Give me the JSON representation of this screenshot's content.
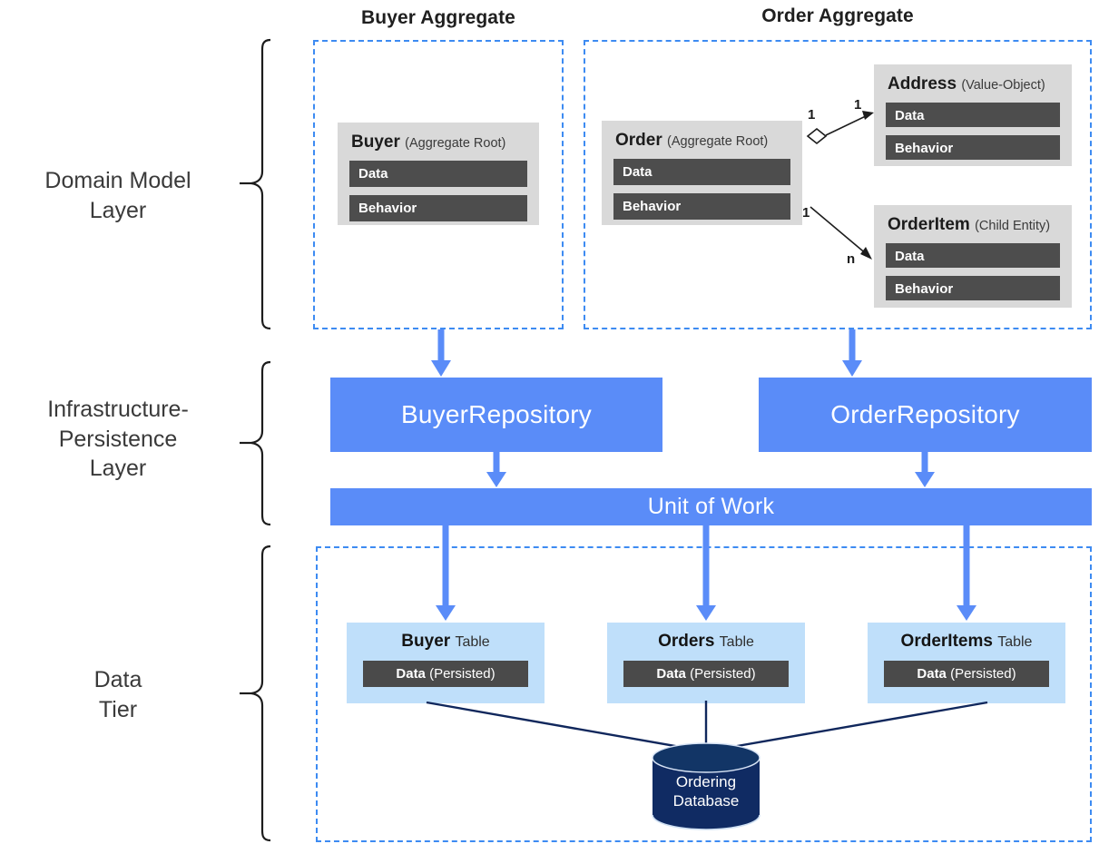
{
  "diagram": {
    "title_buyer_aggregate": "Buyer Aggregate",
    "title_order_aggregate": "Order Aggregate",
    "colors": {
      "accent_blue": "#5a8cf8",
      "dashed_blue": "#3d8bf2",
      "table_blue": "#bfdffa",
      "entity_grey": "#d9d9d9",
      "bar_dark": "#4d4d4d",
      "db_navy": "#102b63",
      "arrow_blue": "#5a8cf8",
      "line_navy": "#10275c"
    }
  },
  "layers": [
    {
      "id": "domain",
      "label": "Domain Model\nLayer",
      "line1": "Domain Model",
      "line2": "Layer"
    },
    {
      "id": "infrastructure",
      "label": "Infrastructure-Persistence Layer",
      "line1": "Infrastructure-",
      "line2": "Persistence",
      "line3": "Layer"
    },
    {
      "id": "data",
      "label": "Data Tier",
      "line1": "Data",
      "line2": "Tier"
    }
  ],
  "domain_layer": {
    "buyer_aggregate": {
      "title": "Buyer Aggregate",
      "entities": [
        {
          "name": "Buyer",
          "stereotype": "(Aggregate Root)",
          "members": [
            "Data",
            "Behavior"
          ]
        }
      ]
    },
    "order_aggregate": {
      "title": "Order Aggregate",
      "entities": [
        {
          "name": "Order",
          "stereotype": "(Aggregate Root)",
          "members": [
            "Data",
            "Behavior"
          ]
        },
        {
          "name": "Address",
          "stereotype": "(Value-Object)",
          "members": [
            "Data",
            "Behavior"
          ]
        },
        {
          "name": "OrderItem",
          "stereotype": "(Child Entity)",
          "members": [
            "Data",
            "Behavior"
          ]
        }
      ],
      "relations": [
        {
          "from": "Order",
          "to": "Address",
          "source_mult": "1",
          "target_mult": "1"
        },
        {
          "from": "Order",
          "to": "OrderItem",
          "source_mult": "1",
          "target_mult": "n"
        }
      ]
    }
  },
  "infrastructure_layer": {
    "repositories": [
      {
        "label": "BuyerRepository"
      },
      {
        "label": "OrderRepository"
      }
    ],
    "unit_of_work": {
      "label": "Unit of Work"
    }
  },
  "data_tier": {
    "tables": [
      {
        "name": "Buyer",
        "suffix": "Table",
        "row_name": "Data",
        "row_suffix": "(Persisted)"
      },
      {
        "name": "Orders",
        "suffix": "Table",
        "row_name": "Data",
        "row_suffix": "(Persisted)"
      },
      {
        "name": "OrderItems",
        "suffix": "Table",
        "row_name": "Data",
        "row_suffix": "(Persisted)"
      }
    ],
    "database": {
      "line1": "Ordering",
      "line2": "Database"
    }
  }
}
